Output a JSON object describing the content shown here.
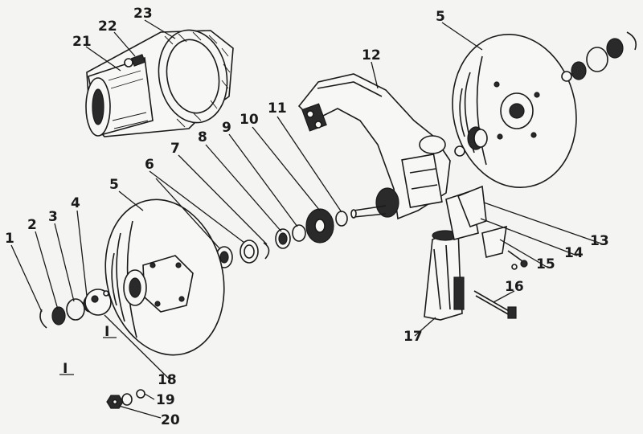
{
  "callouts": {
    "c1": "1",
    "c2": "2",
    "c3": "3",
    "c4": "4",
    "c5_left": "5",
    "c5_right": "5",
    "c6": "6",
    "c7": "7",
    "c8": "8",
    "c9": "9",
    "c10": "10",
    "c11": "11",
    "c12": "12",
    "c13": "13",
    "c14": "14",
    "c15": "15",
    "c16": "16",
    "c17": "17",
    "c18": "18",
    "c19": "19",
    "c20": "20",
    "c21": "21",
    "c22": "22",
    "c23": "23"
  },
  "view_marks": {
    "detail_ref": "I",
    "detail_view": "I"
  }
}
